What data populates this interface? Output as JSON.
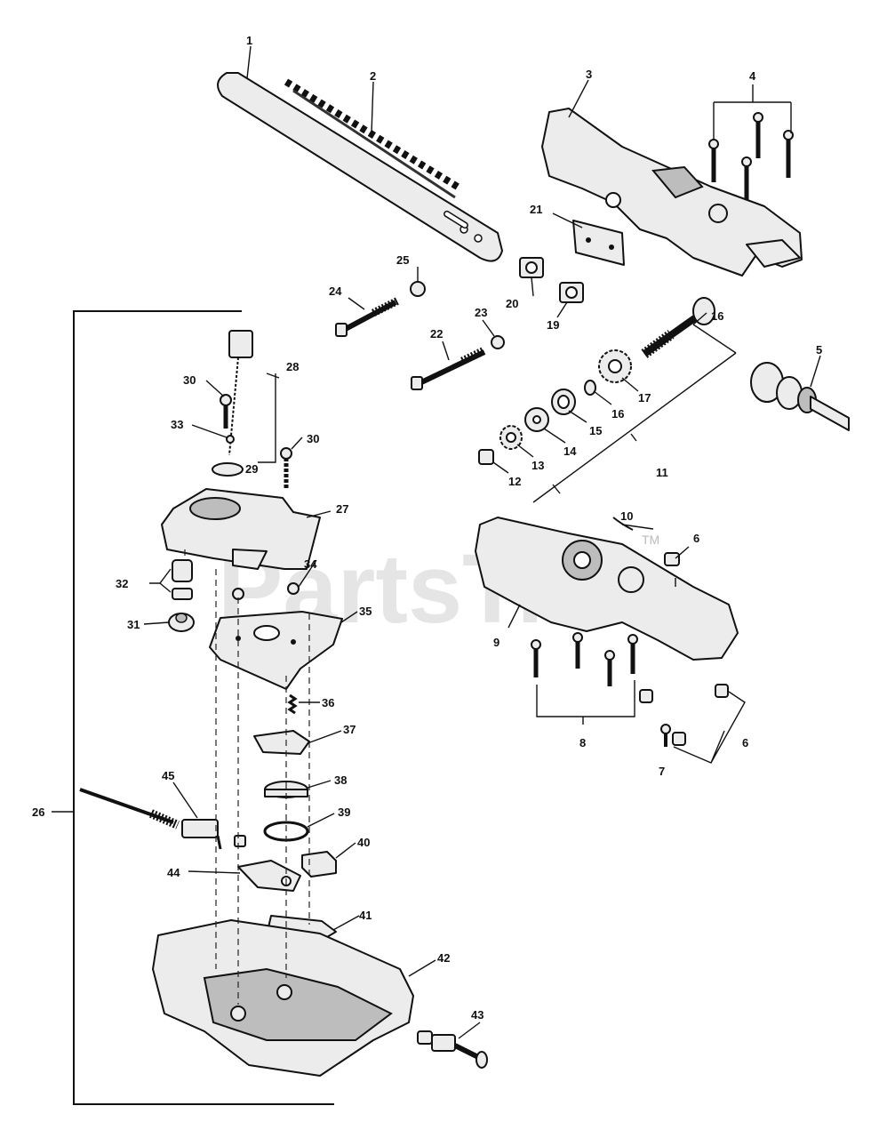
{
  "watermark": {
    "text": "PartsTree",
    "tm": "TM"
  },
  "callouts": {
    "c1": "1",
    "c2": "2",
    "c3": "3",
    "c4": "4",
    "c5": "5",
    "c6a": "6",
    "c6b": "6",
    "c7": "7",
    "c8": "8",
    "c9": "9",
    "c10": "10",
    "c11": "11",
    "c12": "12",
    "c13": "13",
    "c14": "14",
    "c15": "15",
    "c16a": "16",
    "c16b": "16",
    "c17": "17",
    "c19": "19",
    "c20": "20",
    "c21": "21",
    "c22": "22",
    "c23": "23",
    "c24": "24",
    "c25": "25",
    "c26": "26",
    "c27": "27",
    "c28": "28",
    "c29": "29",
    "c30a": "30",
    "c30b": "30",
    "c31": "31",
    "c32": "32",
    "c33": "33",
    "c34": "34",
    "c35": "35",
    "c36": "36",
    "c37": "37",
    "c38": "38",
    "c39": "39",
    "c40": "40",
    "c41": "41",
    "c42": "42",
    "c43": "43",
    "c44": "44",
    "c45": "45"
  }
}
